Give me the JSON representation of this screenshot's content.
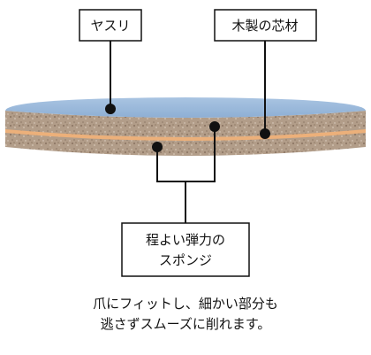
{
  "labels": {
    "file": "ヤスリ",
    "wood_core": "木製の芯材",
    "sponge_line1": "程よい弾力の",
    "sponge_line2": "スポンジ"
  },
  "caption": {
    "line1": "爪にフィットし、細かい部分も",
    "line2": "逃さずスムーズに削れます。"
  },
  "colors": {
    "file_surface": "#93b4d8",
    "sponge": "#b5a08c",
    "wood_core": "#ecb07a",
    "leader": "#111111"
  }
}
